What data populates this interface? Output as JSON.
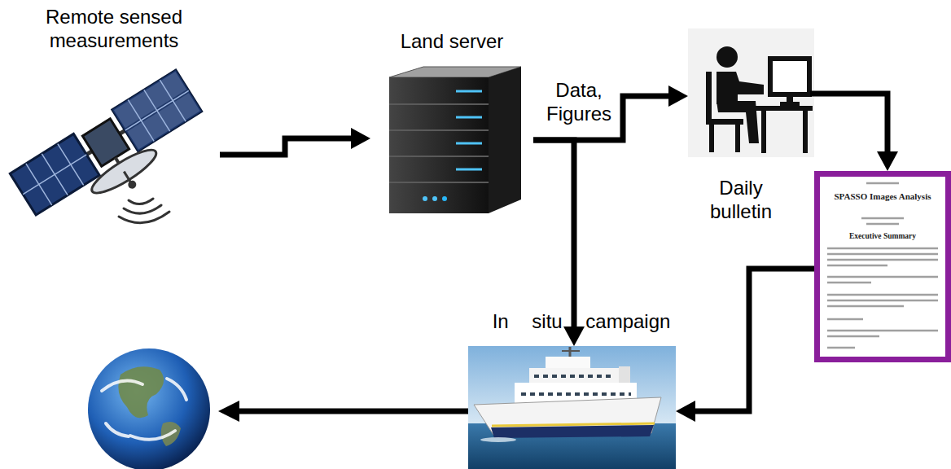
{
  "diagram": {
    "nodes": [
      {
        "text": [
          "Remote sensed measurements"
        ]
      },
      {
        "text": [
          "Land server"
        ]
      },
      {
        "text": [
          "Daily bulletin"
        ]
      },
      {
        "text": [
          "SPASSO Images Analysis",
          "Executive Summary"
        ]
      },
      {
        "text": [
          "In situ campaign"
        ]
      }
    ],
    "edges": [
      {
        "from": 0,
        "to": 1,
        "arrow": "to"
      },
      {
        "from": 1,
        "to": 2,
        "label": "Data, Figures",
        "arrow": "to"
      },
      {
        "from": 1,
        "to": 4,
        "arrow": "to"
      },
      {
        "from": 2,
        "to": 3,
        "arrow": "to"
      },
      {
        "from": 3,
        "to": 4,
        "arrow": "to"
      }
    ]
  }
}
